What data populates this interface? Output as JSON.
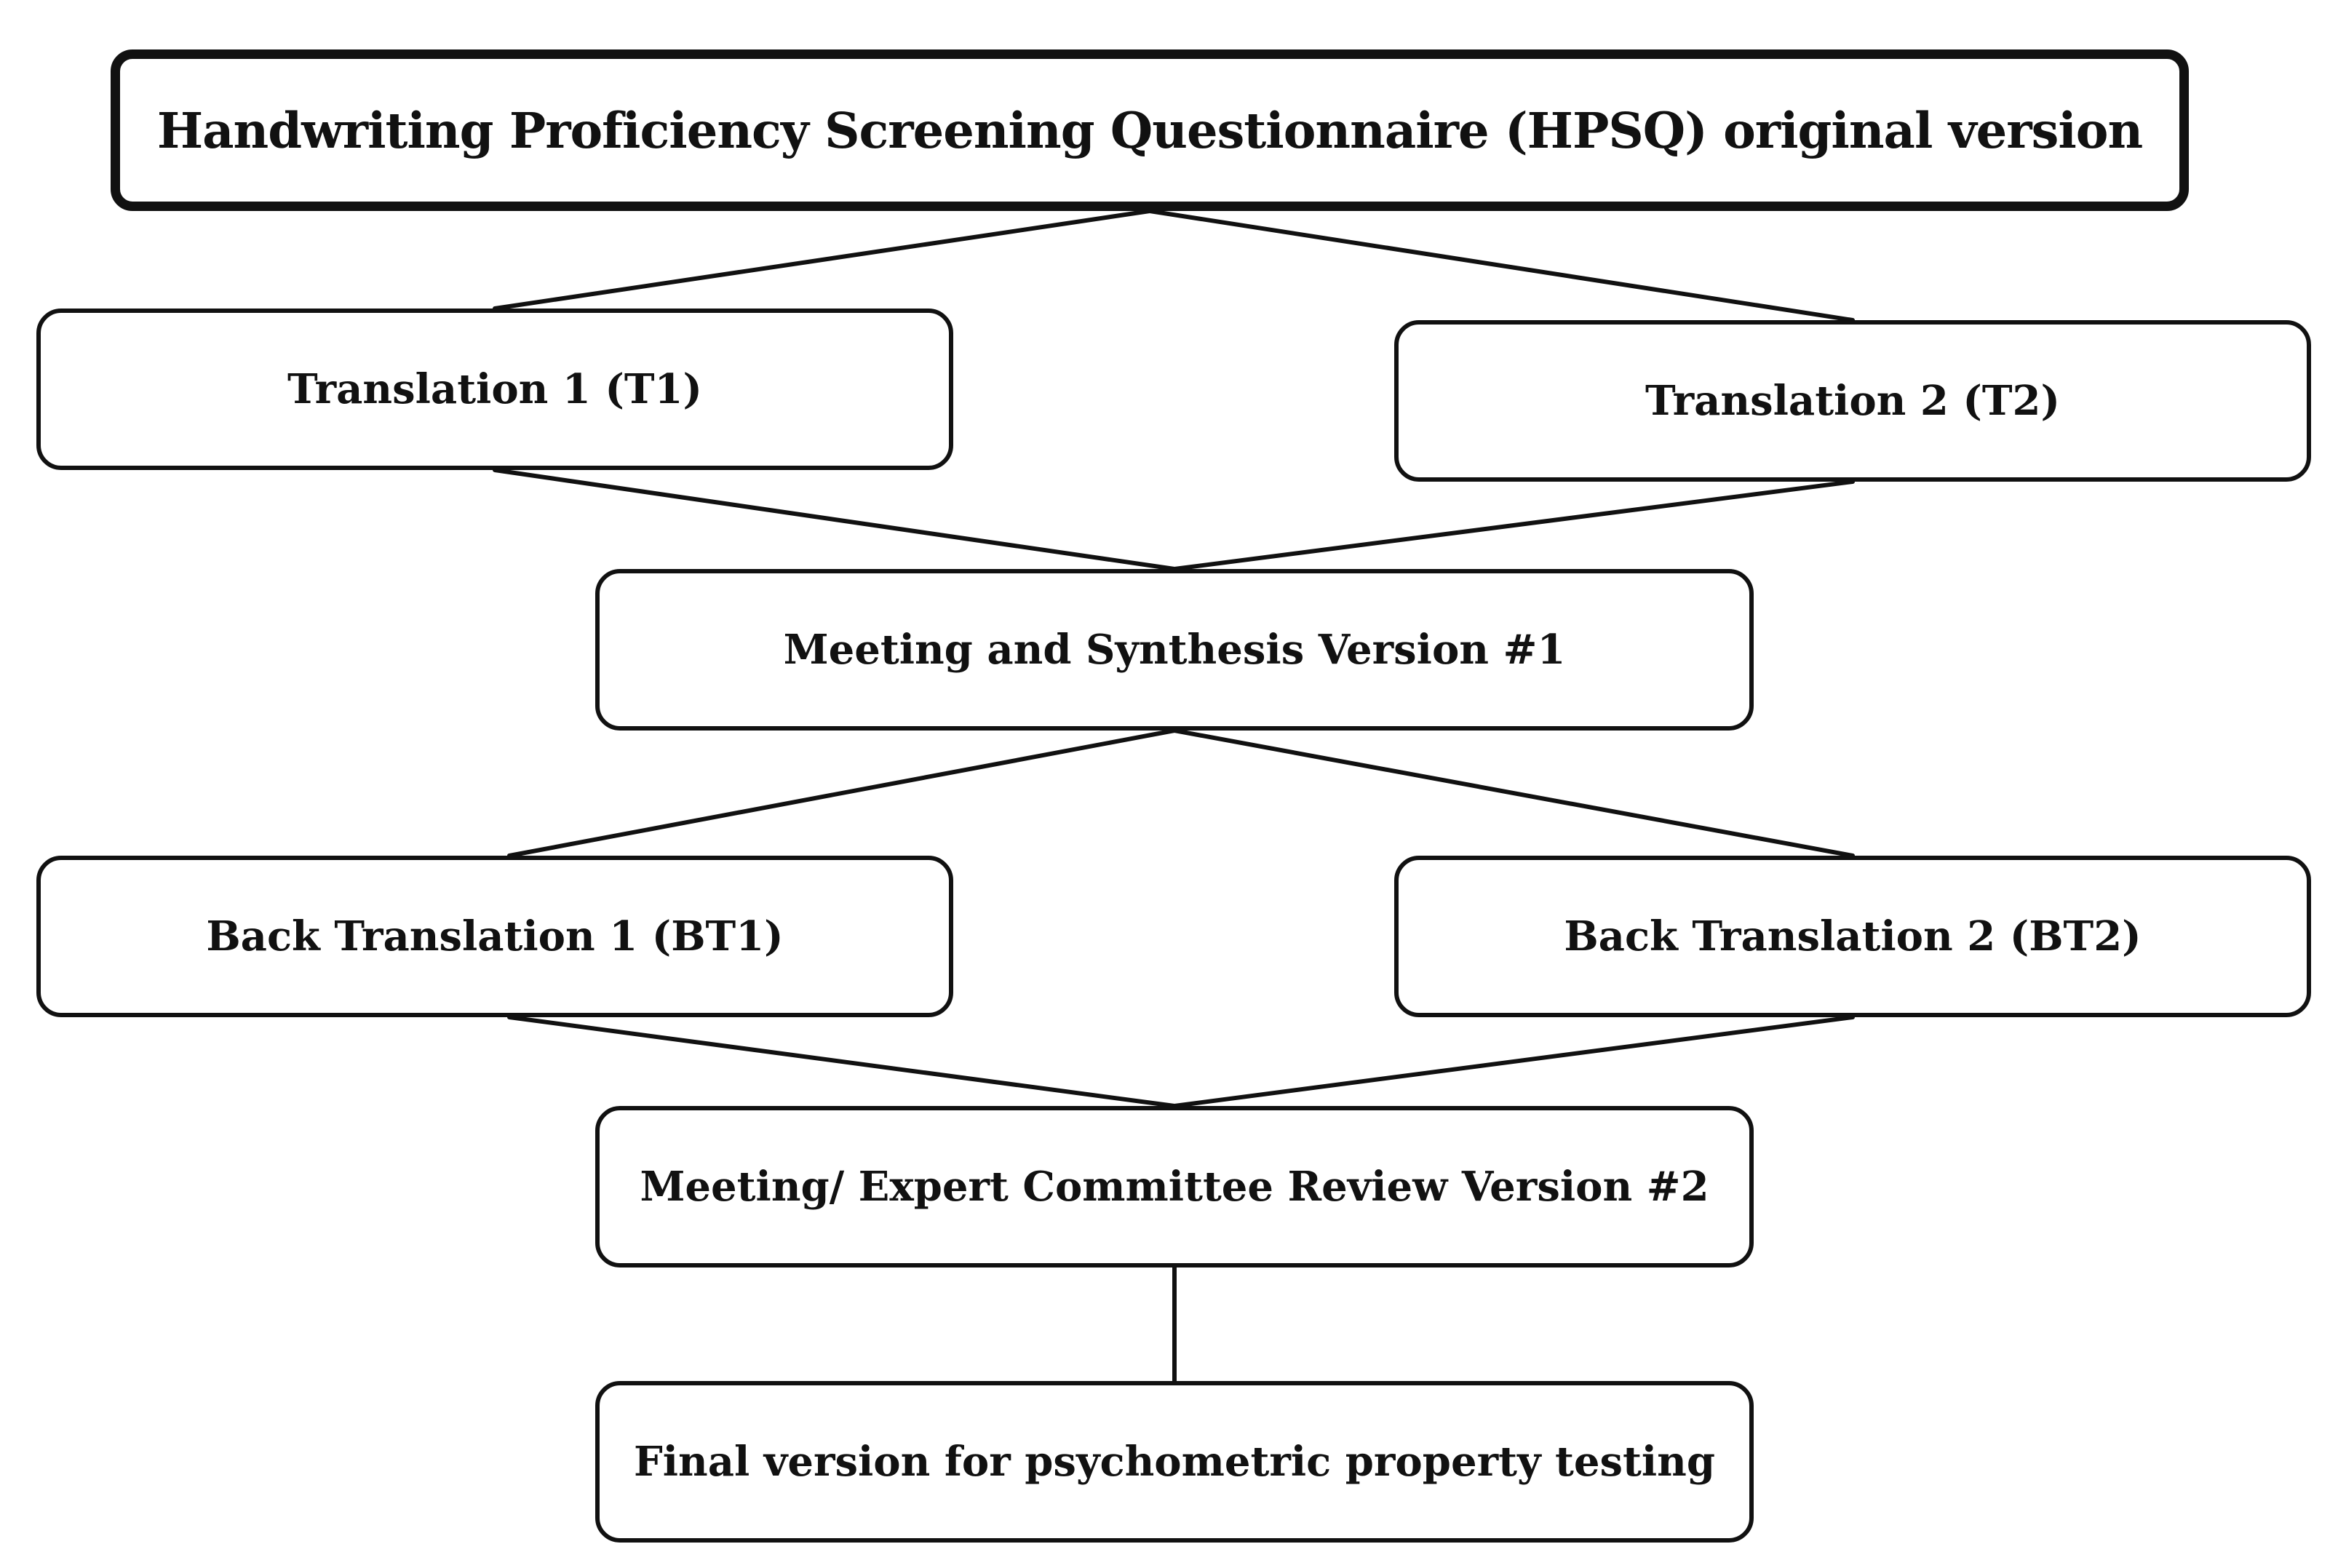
{
  "diagram": {
    "nodes": {
      "original": "Handwriting Proficiency Screening Questionnaire (HPSQ) original version",
      "t1": "Translation 1 (T1)",
      "t2": "Translation 2 (T2)",
      "synthesis": "Meeting and Synthesis Version #1",
      "bt1": "Back Translation 1 (BT1)",
      "bt2": "Back Translation 2 (BT2)",
      "review": "Meeting/ Expert Committee Review Version #2",
      "final": "Final version for psychometric property testing"
    },
    "edges": [
      [
        "original",
        "t1"
      ],
      [
        "original",
        "t2"
      ],
      [
        "t1",
        "synthesis"
      ],
      [
        "t2",
        "synthesis"
      ],
      [
        "synthesis",
        "bt1"
      ],
      [
        "synthesis",
        "bt2"
      ],
      [
        "bt1",
        "review"
      ],
      [
        "bt2",
        "review"
      ],
      [
        "review",
        "final"
      ]
    ],
    "colors": {
      "stroke": "#111111",
      "background": "#ffffff"
    }
  }
}
